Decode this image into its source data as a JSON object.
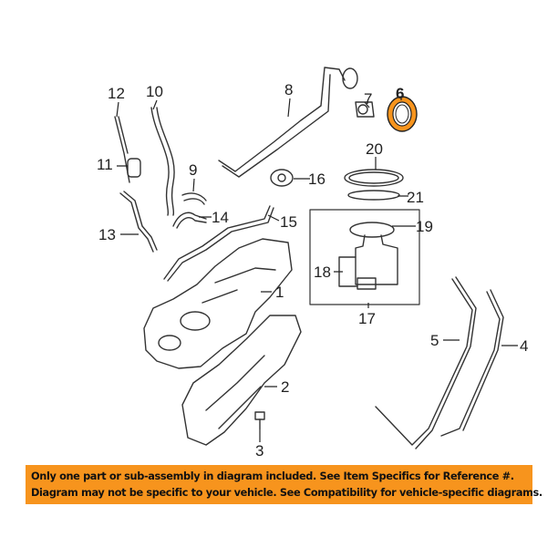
{
  "callouts": {
    "c1": "1",
    "c2": "2",
    "c3": "3",
    "c4": "4",
    "c5": "5",
    "c6": "6",
    "c7": "7",
    "c8": "8",
    "c9": "9",
    "c10": "10",
    "c11": "11",
    "c12": "12",
    "c13": "13",
    "c14": "14",
    "c15": "15",
    "c16": "16",
    "c17": "17",
    "c18": "18",
    "c19": "19",
    "c20": "20",
    "c21": "21"
  },
  "highlight_color": "#f7941d",
  "banner": {
    "line1": "Only one part or sub-assembly in diagram included. See Item Specifics for Reference #.",
    "line2": "Diagram may not be specific to your vehicle. See Compatibility for vehicle-specific diagrams."
  }
}
